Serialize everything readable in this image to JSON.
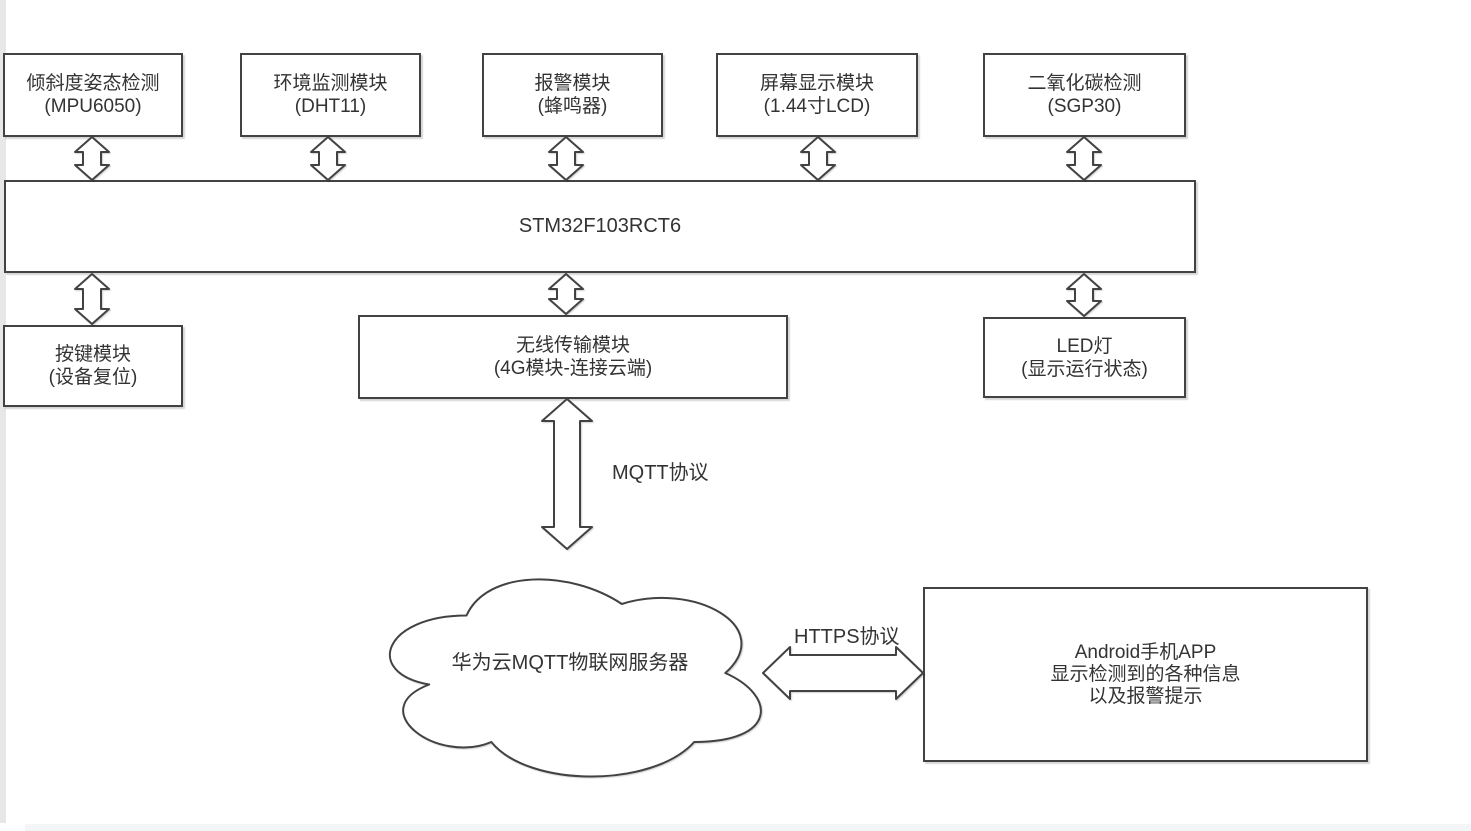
{
  "canvas": {
    "background": "#ffffff",
    "stroke_color": "#424242",
    "text_color": "#333333"
  },
  "modules": {
    "mpu6050": {
      "line1": "倾斜度姿态检测",
      "line2": "(MPU6050)"
    },
    "dht11": {
      "line1": "环境监测模块",
      "line2": "(DHT11)"
    },
    "alarm": {
      "line1": "报警模块",
      "line2": "(蜂鸣器)"
    },
    "lcd": {
      "line1": "屏幕显示模块",
      "line2": "(1.44寸LCD)"
    },
    "sgp30": {
      "line1": "二氧化碳检测",
      "line2": "(SGP30)"
    },
    "mcu": {
      "label": "STM32F103RCT6"
    },
    "key": {
      "line1": "按键模块",
      "line2": "(设备复位)"
    },
    "wireless": {
      "line1": "无线传输模块",
      "line2": "(4G模块-连接云端)"
    },
    "led": {
      "line1": "LED灯",
      "line2": "(显示运行状态)"
    },
    "cloud": {
      "label": "华为云MQTT物联网服务器"
    },
    "app": {
      "line1": "Android手机APP",
      "line2": "显示检测到的各种信息",
      "line3": "以及报警提示"
    }
  },
  "connection_labels": {
    "mqtt": "MQTT协议",
    "https": "HTTPS协议"
  }
}
